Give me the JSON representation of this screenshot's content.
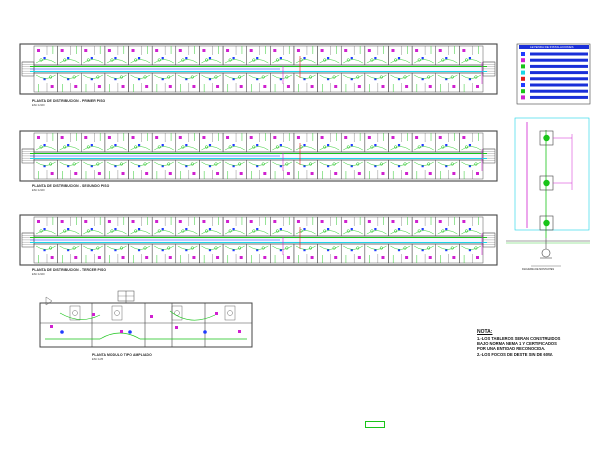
{
  "plans": [
    {
      "id": "first",
      "title": "PLANTA DE DISTRIBUCION - PRIMER PISO",
      "scale": "ESC 1/100"
    },
    {
      "id": "second",
      "title": "PLANTA DE DISTRIBUCION - SEGUNDO PISO",
      "scale": "ESC 1/100"
    },
    {
      "id": "third",
      "title": "PLANTA DE DISTRIBUCION - TERCER PISO",
      "scale": "ESC 1/100"
    }
  ],
  "module_plan": {
    "title": "PLANTA MODULO TIPO AMPLIADO",
    "scale": "ESC 1/25"
  },
  "legend": {
    "title": "LEYENDA DE INSTALACIONES",
    "items": [
      "",
      "",
      "",
      "",
      "",
      "",
      "",
      ""
    ]
  },
  "riser": {
    "label": "DIAGRAMA DE MONTANTES"
  },
  "notes": {
    "title": "NOTA:",
    "lines": [
      "1.-LOS TABLEROS SERAN CONSTRUIDOS",
      "BAJO NORMA NEMA 1 Y CERTIFICADOS",
      "POR UNA ENTIDAD RECONOCIDA.",
      "2.-LOS FOCOS DE DESTE SIN DE 60W."
    ]
  },
  "colors": {
    "wall": "#444444",
    "wire_green": "#19c419",
    "wire_blue": "#1f3cff",
    "wire_magenta": "#d020d0",
    "wire_cyan": "#19d6e6",
    "wire_red": "#e01b1b",
    "legend_bg": "#1a2fd8"
  }
}
